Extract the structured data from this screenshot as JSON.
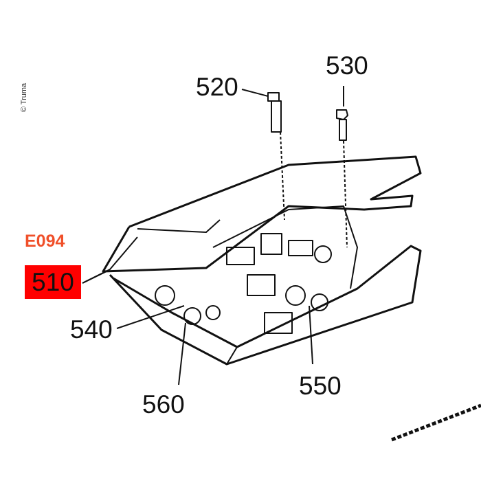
{
  "copyright": "© Truma",
  "diagram_code": "E094",
  "highlighted_part": "510",
  "part_labels": {
    "p520": "520",
    "p530": "530",
    "p540": "540",
    "p550": "550",
    "p560": "560"
  },
  "colors": {
    "highlight": "#ff0000",
    "code": "#f0502a"
  }
}
